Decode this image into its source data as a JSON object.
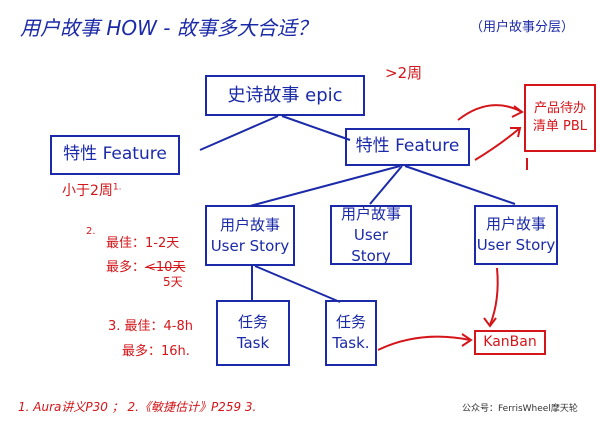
{
  "title": "用户故事 HOW - 故事多大合适？",
  "subtitle": "（用户故事分层）",
  "epic": {
    "label": "史诗故事 epic",
    "note": ">2周"
  },
  "features": [
    {
      "label": "特性 Feature"
    },
    {
      "label": "特性 Feature"
    }
  ],
  "feature_note": {
    "label": "小于2周",
    "num": "1."
  },
  "stories": [
    {
      "line1": "用户故事",
      "line2": "User Story"
    },
    {
      "line1": "用户故事",
      "line2": "User Story"
    },
    {
      "line1": "用户故事",
      "line2": "User Story"
    }
  ],
  "story_note": {
    "num": "2.",
    "best": "最佳：1-2天",
    "max_label": "最多：",
    "max_struck": "<10天",
    "max_value": "5天"
  },
  "tasks": [
    {
      "line1": "任务",
      "line2": "Task"
    },
    {
      "line1": "任务",
      "line2": "Task."
    }
  ],
  "task_note": {
    "best": "3. 最佳：4-8h",
    "max": "最多：16h."
  },
  "pbl": {
    "line1": "产品待办",
    "line2": "清单 PBL"
  },
  "kanban": {
    "label": "KanBan"
  },
  "references": "1. Aura讲义P30 ； 2.《敏捷估计》P259   3.",
  "watermark": "公众号：FerrisWheel摩天轮",
  "colors": {
    "blue": "#1b2aa8",
    "red": "#d4161a"
  }
}
